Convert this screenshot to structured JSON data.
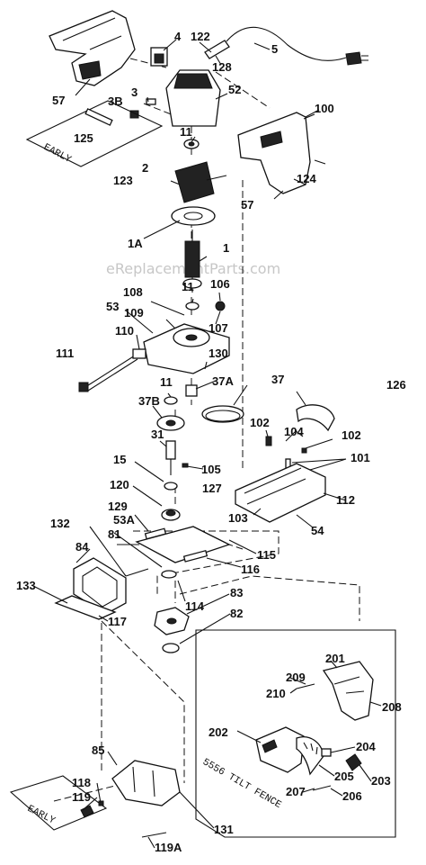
{
  "watermark": "eReplacementParts.com",
  "notes": {
    "early_top": "EARLY",
    "early_bottom": "EARLY",
    "tilt_fence": "5556 TILT FENCE"
  },
  "labels": {
    "p4": "4",
    "p122": "122",
    "p5": "5",
    "p128": "128",
    "p57a": "57",
    "p3b": "3B",
    "p3": "3",
    "p52": "52",
    "p100": "100",
    "p125": "125",
    "p11a": "11",
    "p2": "2",
    "p123": "123",
    "p124": "124",
    "p57b": "57",
    "p1a": "1A",
    "p1": "1",
    "p11b": "11",
    "p106": "106",
    "p108": "108",
    "p53": "53",
    "p109": "109",
    "p107": "107",
    "p110": "110",
    "p111": "111",
    "p130": "130",
    "p37": "37",
    "p11c": "11",
    "p37a": "37A",
    "p126": "126",
    "p37b": "37B",
    "p102a": "102",
    "p104": "104",
    "p102b": "102",
    "p31": "31",
    "p101": "101",
    "p105": "105",
    "p15": "15",
    "p127": "127",
    "p120": "120",
    "p112": "112",
    "p129": "129",
    "p103": "103",
    "p54": "54",
    "p132": "132",
    "p53a": "53A",
    "p81": "81",
    "p115": "115",
    "p84": "84",
    "p116": "116",
    "p133": "133",
    "p83": "83",
    "p114": "114",
    "p117": "117",
    "p82": "82",
    "p201": "201",
    "p209": "209",
    "p210": "210",
    "p208": "208",
    "p202": "202",
    "p204": "204",
    "p85": "85",
    "p205": "205",
    "p203": "203",
    "p118": "118",
    "p207": "207",
    "p206": "206",
    "p119": "119",
    "p131": "131",
    "p119a": "119A"
  }
}
